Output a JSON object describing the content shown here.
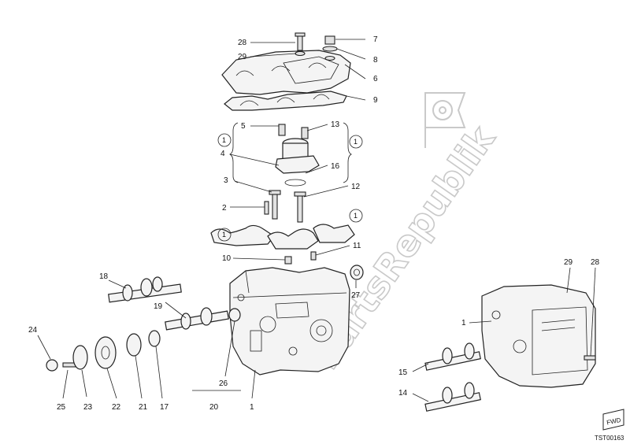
{
  "watermark": {
    "text": "PartsRepublik",
    "icon": "gear-flag-icon"
  },
  "callouts": {
    "p28_top": "28",
    "p29_top": "29",
    "p7": "7",
    "p8": "8",
    "p6": "6",
    "p9": "9",
    "p5": "5",
    "p13": "13",
    "p4": "4",
    "p16": "16",
    "p3": "3",
    "p12": "12",
    "p2": "2",
    "p10": "10",
    "p11": "11",
    "p18": "18",
    "p19": "19",
    "p27": "27",
    "p24": "24",
    "p26": "26",
    "p20": "20",
    "p1_left": "1",
    "p25": "25",
    "p23": "23",
    "p22": "22",
    "p21": "21",
    "p17": "17",
    "p29_right": "29",
    "p28_right": "28",
    "p1_right": "1",
    "p15": "15",
    "p14": "14"
  },
  "circled_refs": {
    "ref": "1"
  },
  "fwd_label": "FWD",
  "drawing_code": "TST00163"
}
